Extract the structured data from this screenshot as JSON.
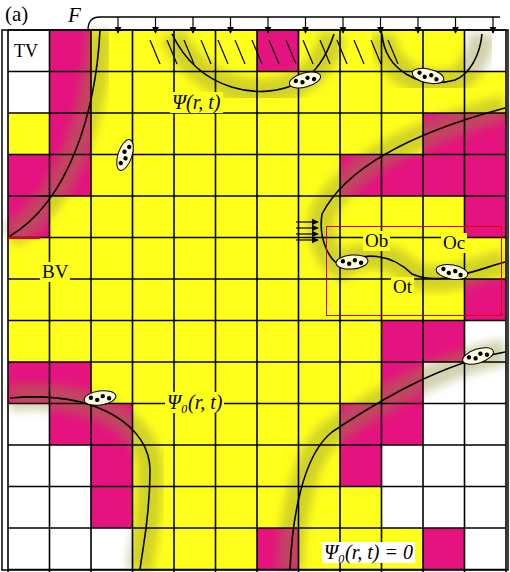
{
  "diagram": {
    "nodes": [
      {
        "text": [
          "Ob",
          "Oc",
          "Ot"
        ]
      }
    ],
    "labels": [
      "(a)",
      "F",
      "TV",
      "Ψ(r, t)",
      "BV",
      "Ψ₀(r, t)",
      "Ψ₀(r, t) = 0"
    ]
  }
}
